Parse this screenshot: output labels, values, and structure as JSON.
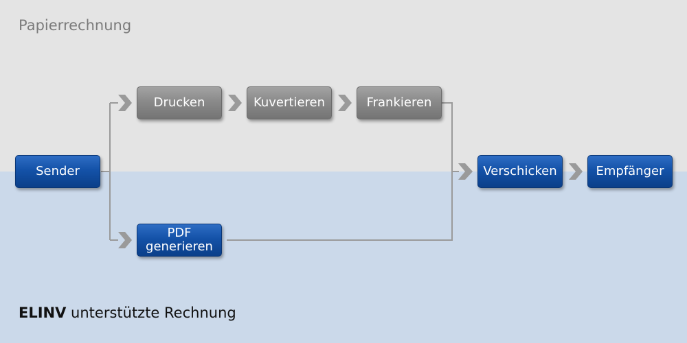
{
  "bands": {
    "top_label": "Papierrechnung",
    "bottom_label_bold": "ELINV",
    "bottom_label_rest": " unterstützte Rechnung"
  },
  "nodes": {
    "sender": "Sender",
    "drucken": "Drucken",
    "kuvertieren": "Kuvertieren",
    "frankieren": "Frankieren",
    "pdf_line1": "PDF",
    "pdf_line2": "generieren",
    "verschicken": "Verschicken",
    "empfaenger": "Empfänger"
  },
  "colors": {
    "paper_band": "#e4e4e4",
    "electronic_band": "#cbd9ea",
    "blue_node": "#1452a8",
    "gray_node": "#8a8a8a",
    "connector": "#9a9a9a"
  }
}
